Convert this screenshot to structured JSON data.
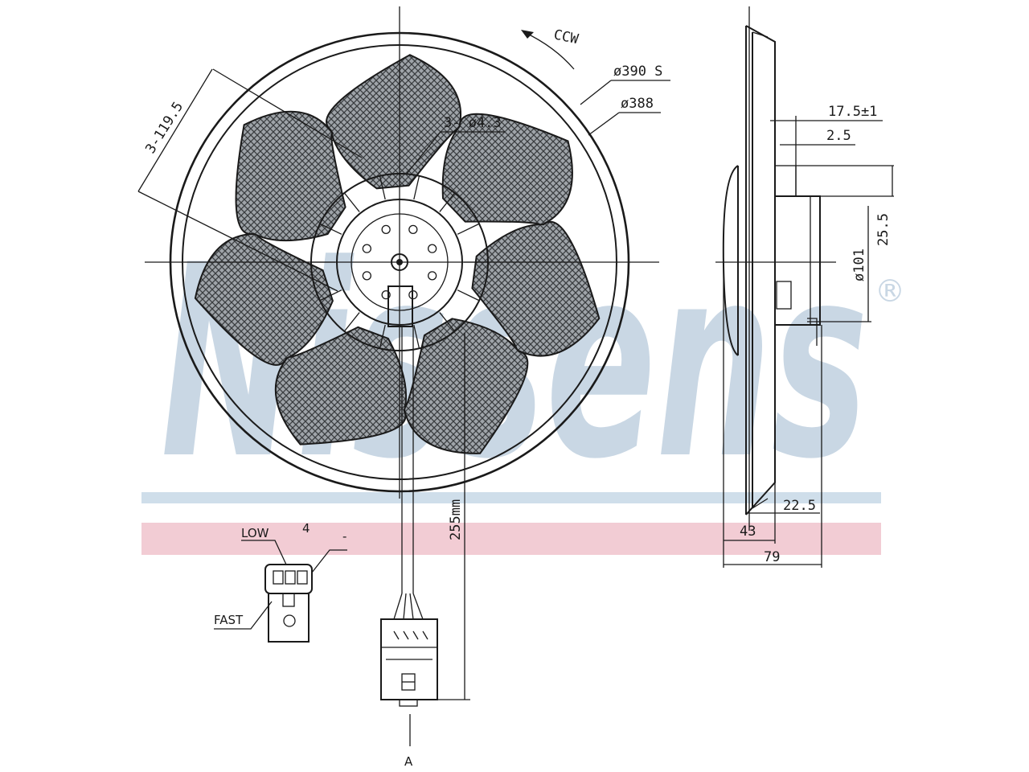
{
  "watermark": {
    "text": "Nissens",
    "symbol": "®",
    "color": "#c9d7e4"
  },
  "bands": {
    "blue": "#cfdeea",
    "red": "#f2ccd4"
  },
  "front_view": {
    "rotation": "CCW",
    "outer_diameter": "ø390 S",
    "inner_diameter": "ø388",
    "mount_holes": "3- ø4.3",
    "mount_spacing": "3-119.5",
    "cable_length": "255mm",
    "section_mark": "A"
  },
  "connector_detail": {
    "label_low": "LOW",
    "label_fast": "FAST",
    "pin_mark": "4",
    "minus_mark": "-"
  },
  "side_view": {
    "dim_17_5": "17.5±1",
    "dim_2_5": "2.5",
    "dim_25_5": "25.5",
    "dim_101": "ø101",
    "dim_22_5": "22.5",
    "dim_43": "43",
    "dim_79": "79"
  }
}
